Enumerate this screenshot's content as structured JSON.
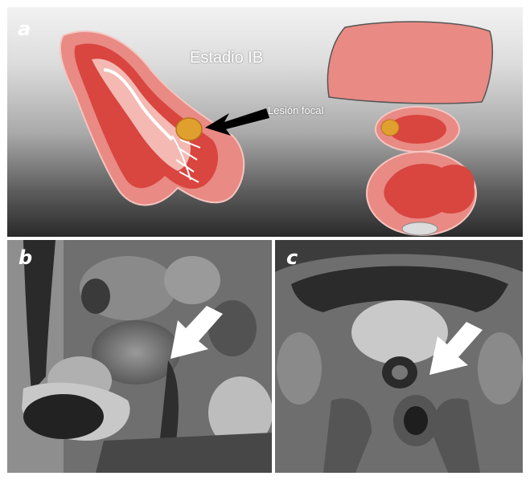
{
  "panels": {
    "a": {
      "letter": "a",
      "stage_label": "Estadio IB",
      "lesion_label": "Lesión focal"
    },
    "b": {
      "letter": "b"
    },
    "c": {
      "letter": "c"
    }
  },
  "icons": {
    "lesion_arrow": "black-arrow-icon",
    "mri_arrow_b": "white-arrow-icon",
    "mri_arrow_c": "white-arrow-icon"
  },
  "colors": {
    "organ_fill": "#e98a84",
    "organ_dark": "#d9453f",
    "lesion": "#e0a030",
    "frame": "#ffffff"
  }
}
